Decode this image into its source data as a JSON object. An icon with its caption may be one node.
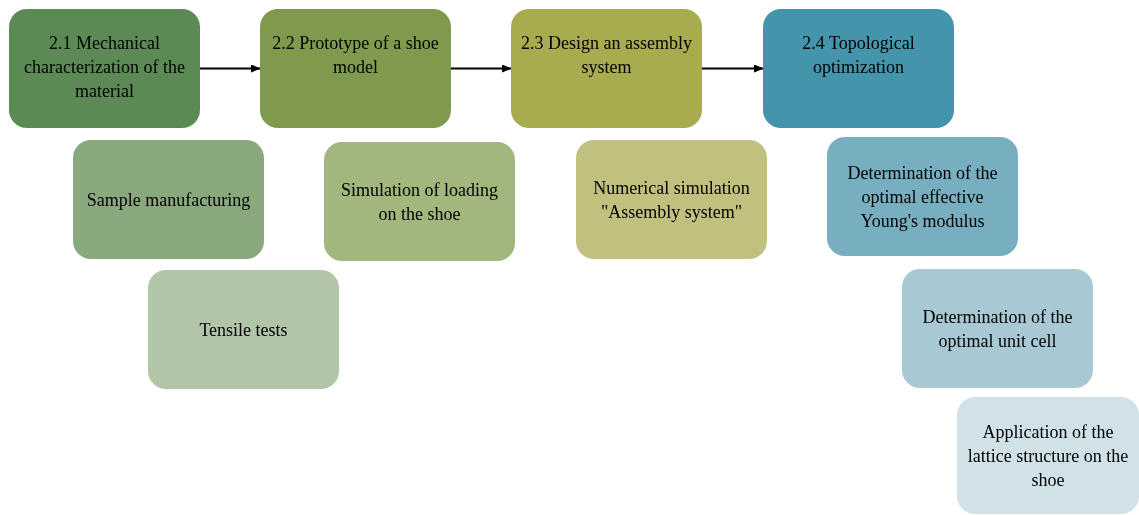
{
  "diagram": {
    "nodes": [
      {
        "text": [
          "2.1 Mechanical characterization of the material"
        ]
      },
      {
        "text": [
          "2.2 Prototype of a shoe model"
        ]
      },
      {
        "text": [
          "2.3 Design an assembly system"
        ]
      },
      {
        "text": [
          "2.4 Topological optimization"
        ]
      },
      {
        "text": [
          "Sample manufacturing"
        ]
      },
      {
        "text": [
          "Simulation of loading on the shoe"
        ]
      },
      {
        "text": [
          "Numerical simulation \"Assembly system\""
        ]
      },
      {
        "text": [
          "Determination of the optimal effective Young's modulus"
        ]
      },
      {
        "text": [
          "Tensile tests"
        ]
      },
      {
        "text": [
          "Determination of the optimal unit cell"
        ]
      },
      {
        "text": [
          "Application of the lattice structure on the shoe"
        ]
      }
    ],
    "edges": [
      {
        "from": 0,
        "to": 1,
        "arrow": "to"
      },
      {
        "from": 1,
        "to": 2,
        "arrow": "to"
      },
      {
        "from": 2,
        "to": 3,
        "arrow": "to"
      }
    ]
  }
}
